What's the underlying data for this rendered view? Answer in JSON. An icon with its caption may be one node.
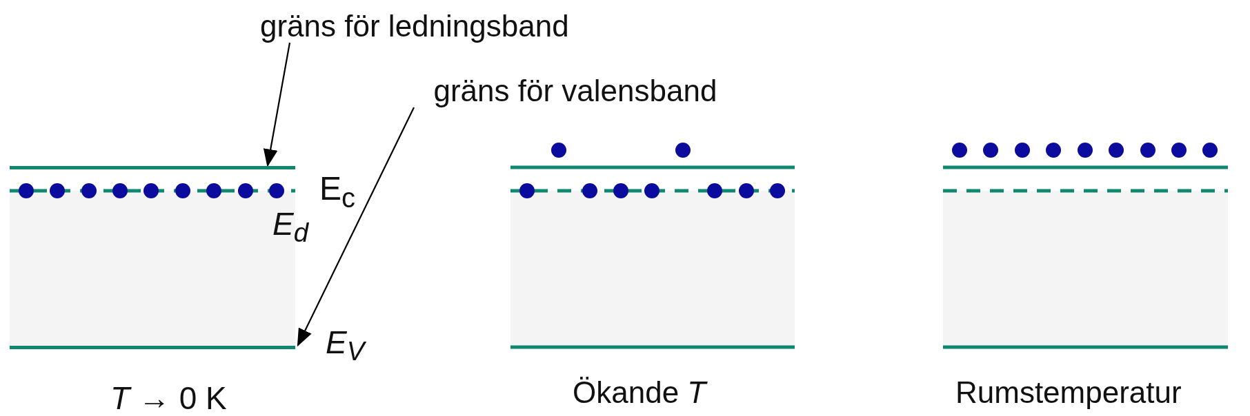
{
  "diagram": {
    "nodes": [
      {
        "text": [
          "gräns för ledningsband"
        ]
      },
      {
        "text": [
          "gräns för valensband"
        ]
      },
      {
        "text": [],
        "shape": "bar"
      },
      {
        "text": [],
        "shape": "bar"
      }
    ],
    "edges": [
      {
        "from": 0,
        "to": 2,
        "arrow": "to"
      },
      {
        "from": 1,
        "to": 3,
        "arrow": "to"
      }
    ],
    "labels": [
      "E$_{c}$",
      "E$_{d}$",
      "E$_{V}$",
      "*T* → 0 K",
      "Ökande *T*",
      "Rumstemperatur"
    ]
  }
}
